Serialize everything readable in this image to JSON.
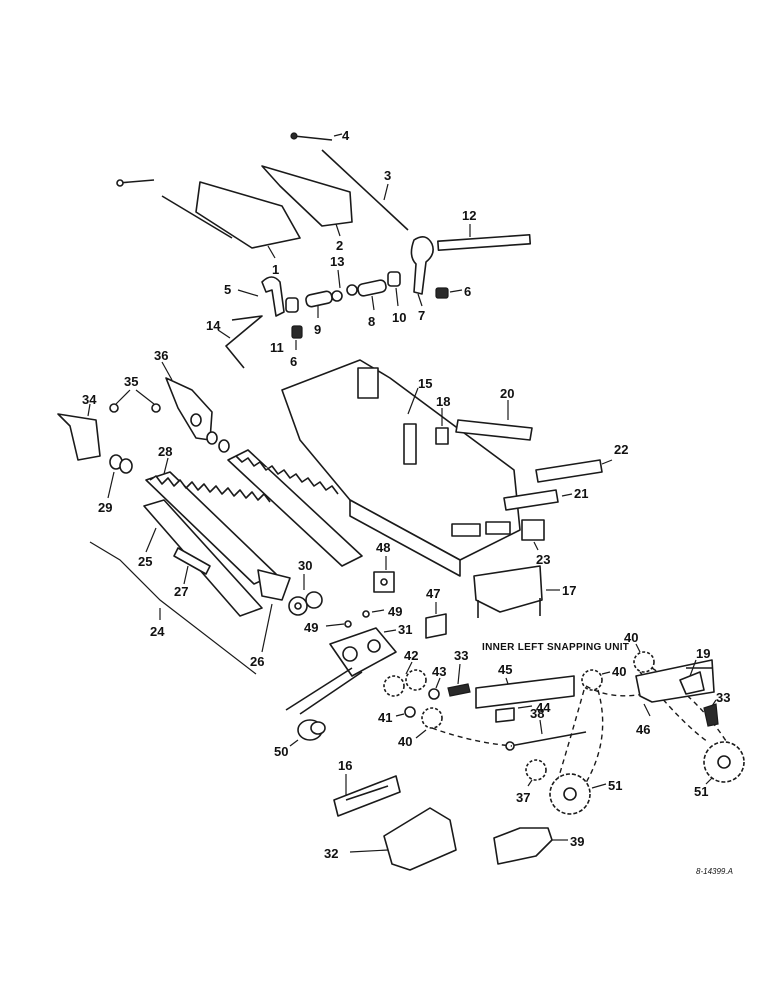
{
  "diagram": {
    "caption": "INNER LEFT SNAPPING UNIT",
    "reference_number": "8-14399.A",
    "callouts": [
      "1",
      "2",
      "3",
      "4",
      "5",
      "6",
      "7",
      "8",
      "9",
      "10",
      "11",
      "12",
      "13",
      "14",
      "15",
      "16",
      "17",
      "18",
      "19",
      "20",
      "21",
      "22",
      "23",
      "24",
      "25",
      "26",
      "27",
      "28",
      "29",
      "30",
      "31",
      "32",
      "33",
      "34",
      "35",
      "36",
      "37",
      "38",
      "39",
      "40",
      "41",
      "42",
      "43",
      "44",
      "45",
      "46",
      "47",
      "48",
      "49",
      "50",
      "51"
    ]
  }
}
